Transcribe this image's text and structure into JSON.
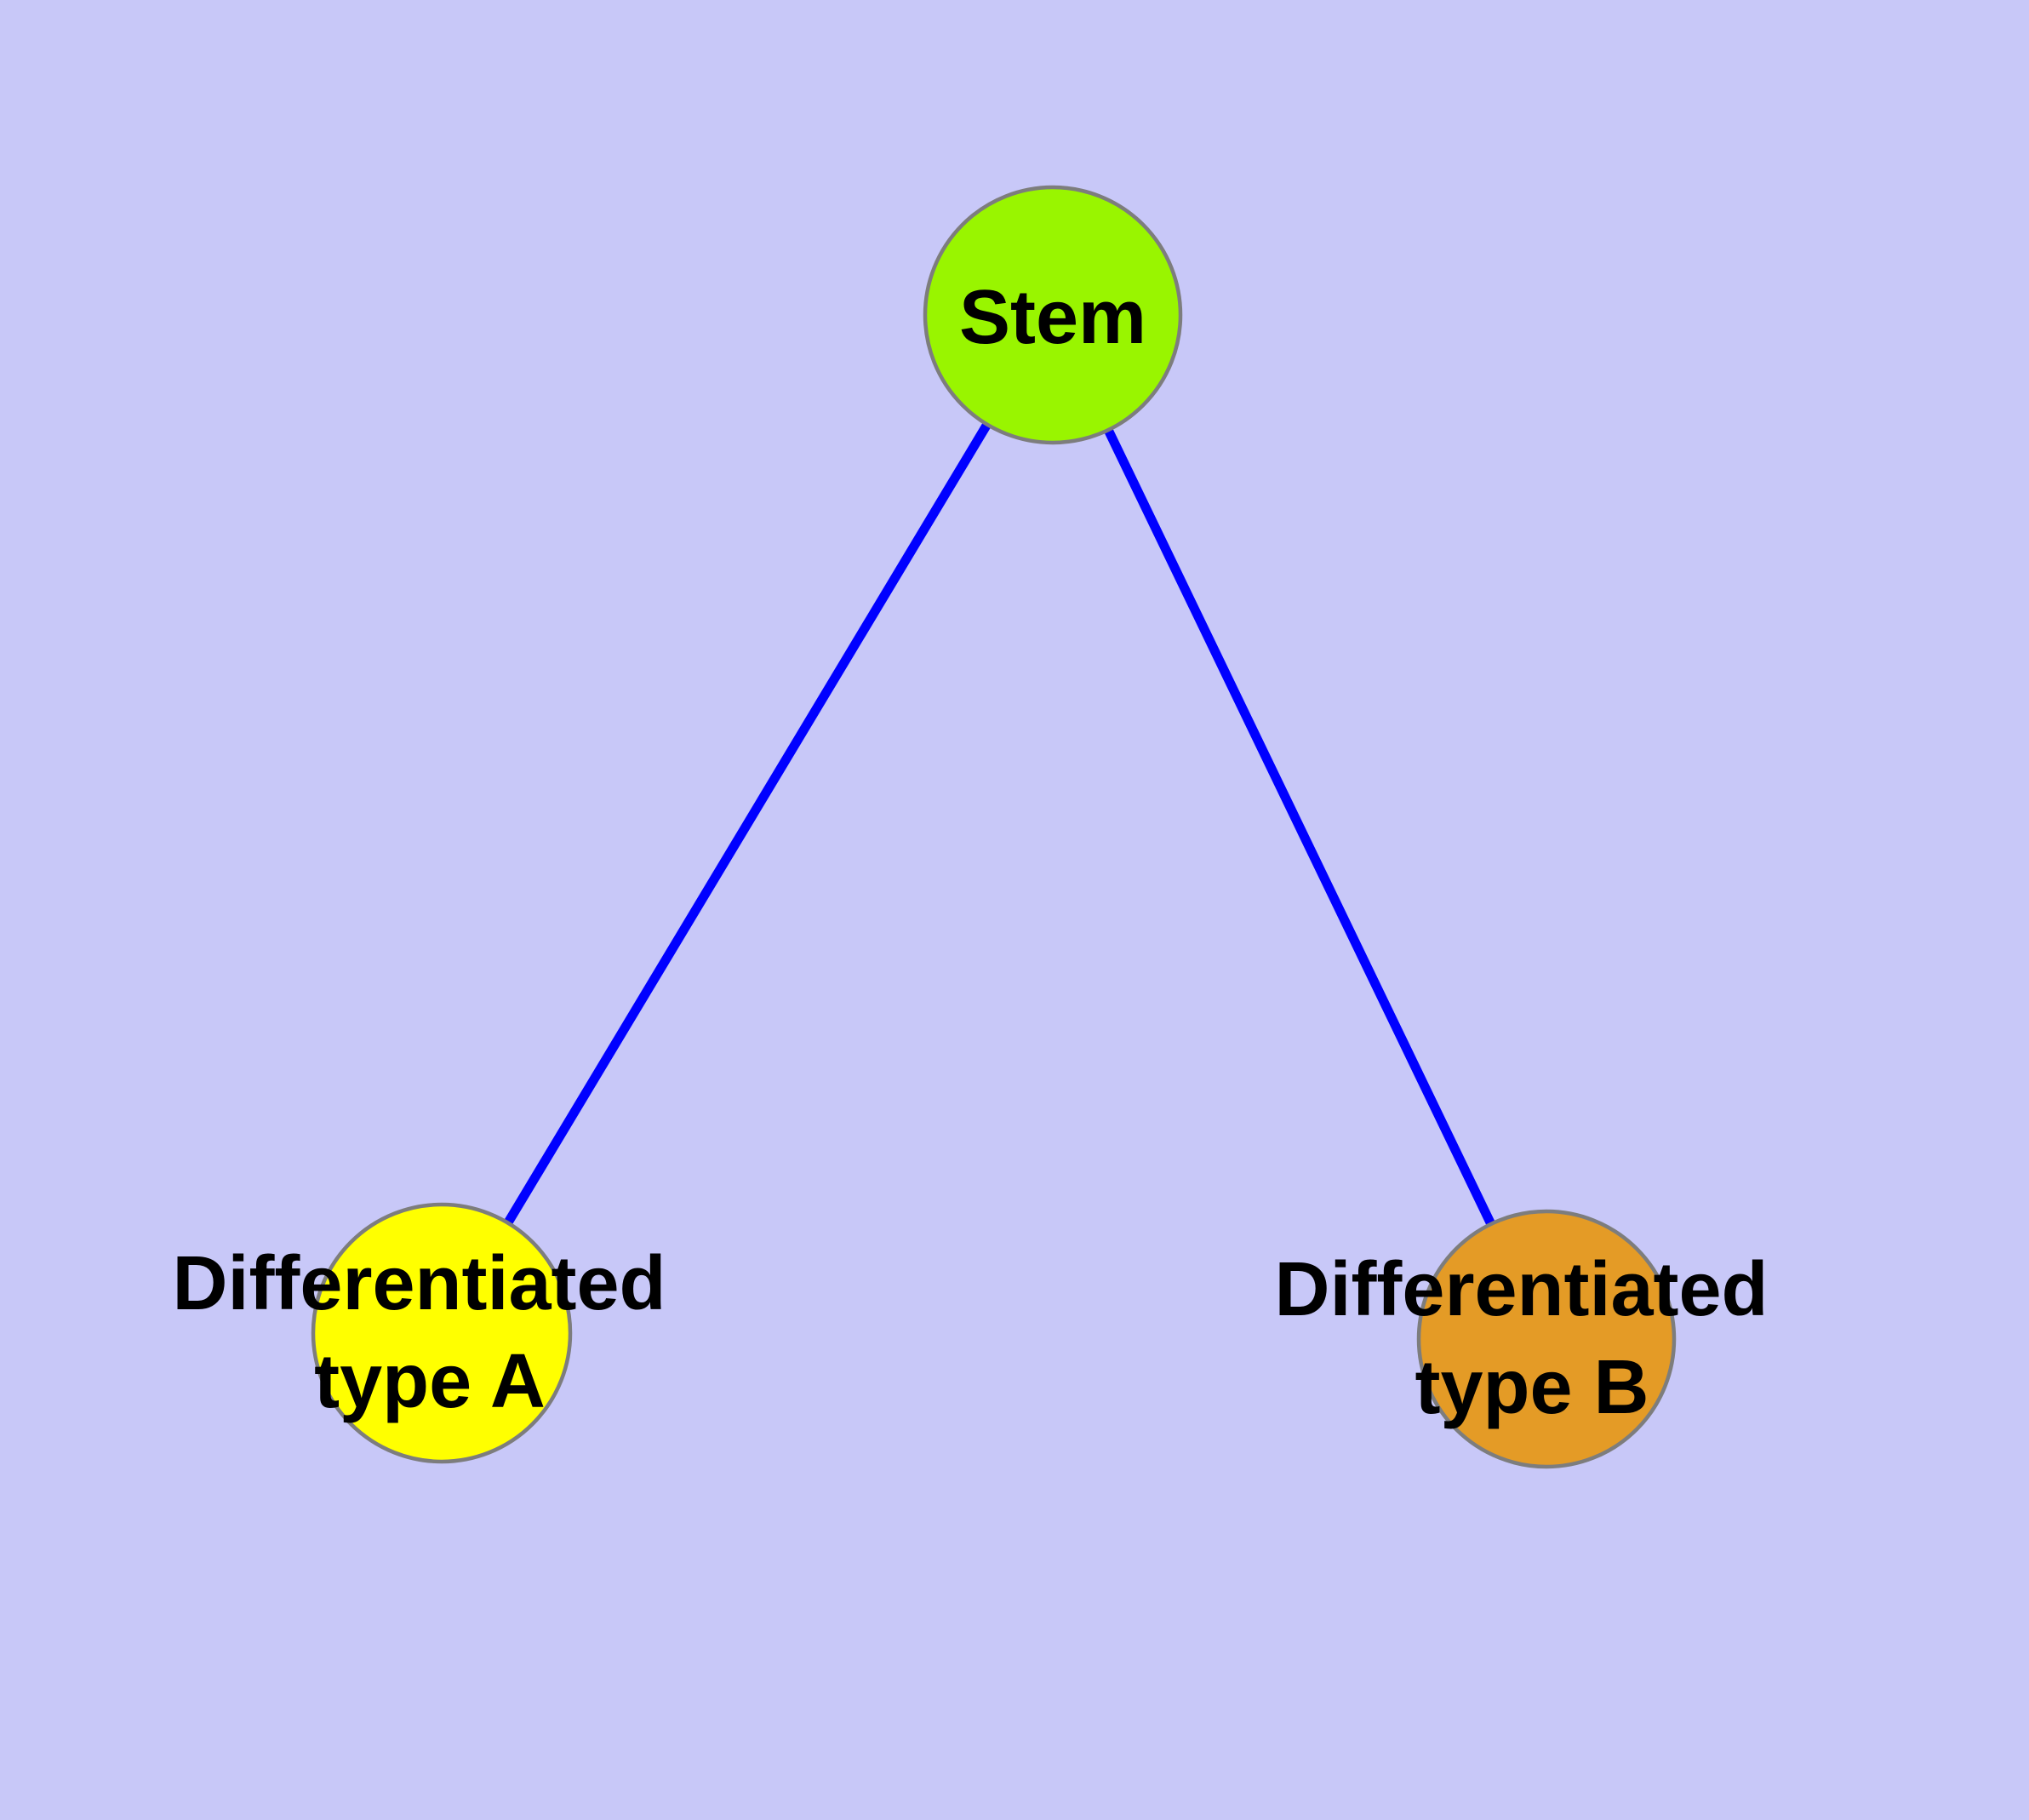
{
  "diagram": {
    "type": "node-link-graph",
    "background_color": "#C8C8F8",
    "edge_color": "#0000FF",
    "node_border_color": "#7D7D7D",
    "label_color": "#000000",
    "nodes": {
      "stem": {
        "label": "Stem",
        "color": "#99F500"
      },
      "typeA": {
        "label_line1": "Differentiated",
        "label_line2": "type A",
        "color": "#FFFF00"
      },
      "typeB": {
        "label_line1": "Differentiated",
        "label_line2": "type B",
        "color": "#E49B26"
      }
    },
    "edges": [
      {
        "from": "Stem",
        "to": "Differentiated type A"
      },
      {
        "from": "Stem",
        "to": "Differentiated type B"
      }
    ]
  }
}
